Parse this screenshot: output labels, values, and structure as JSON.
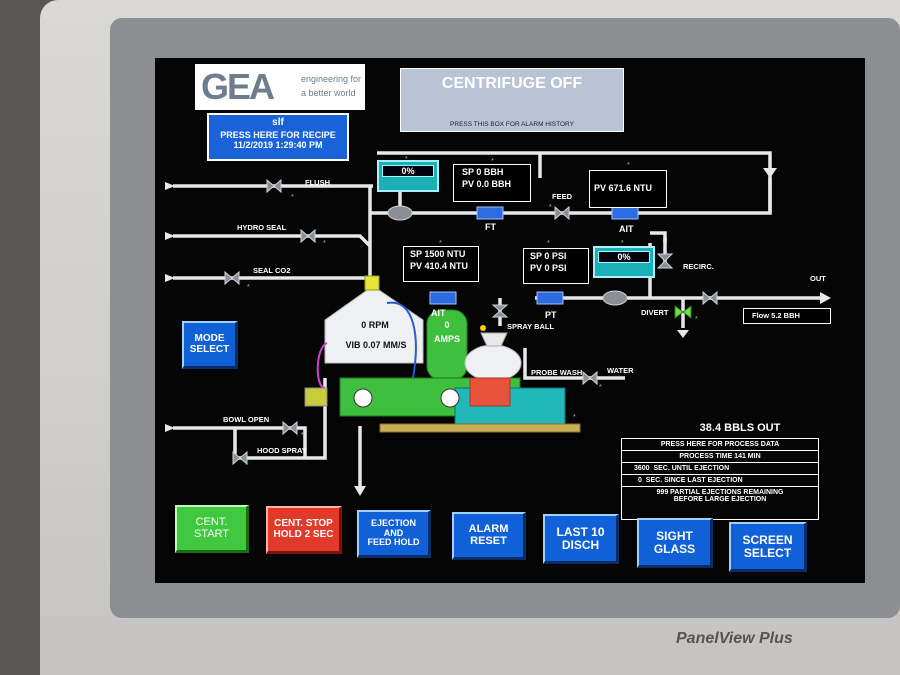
{
  "device": {
    "brand": "PanelView Plus"
  },
  "logo": {
    "name": "GEA",
    "tagline_1": "engineering for",
    "tagline_2": "a better world"
  },
  "status": {
    "title": "CENTRIFUGE OFF",
    "hint": "PRESS THIS BOX FOR ALARM HISTORY"
  },
  "recipe": {
    "name": "slf",
    "label": "PRESS HERE FOR RECIPE",
    "datetime": "11/2/2019 1:29:40 PM"
  },
  "lines": {
    "flush": "FLUSH",
    "hydro_seal": "HYDRO SEAL",
    "seal_co2": "SEAL CO2",
    "bowl_open": "BOWL OPEN",
    "hood_spray": "HOOD SPRAY",
    "feed": "FEED",
    "recirc": "RECIRC.",
    "out": "OUT",
    "divert": "DIVERT",
    "spray_ball": "SPRAY BALL",
    "probe_wash": "PROBE WASH",
    "water": "WATER"
  },
  "instruments": {
    "valve1_pct": "0%",
    "valve2_pct": "0%",
    "ft": {
      "sp": "SP 0 BBH",
      "pv": "PV  0.0 BBH",
      "tag": "FT"
    },
    "ait_out": {
      "pv": "PV 671.6 NTU",
      "tag": "AIT"
    },
    "ait_in": {
      "sp": "SP 1500 NTU",
      "pv": "PV 410.4 NTU",
      "tag": "AIT"
    },
    "pt": {
      "sp": "SP 0 PSI",
      "pv": "PV 0 PSI",
      "tag": "PT"
    },
    "flow": "Flow  5.2 BBH"
  },
  "centrifuge": {
    "rpm": "0 RPM",
    "vib": "VIB  0.07 MM/S",
    "amps_value": "0",
    "amps_unit": "AMPS"
  },
  "process": {
    "bbls_out": "38.4 BBLS OUT",
    "header": "PRESS HERE FOR PROCESS DATA",
    "process_time": "PROCESS TIME 141 MIN",
    "sec_until_value": "3600",
    "sec_until_label": "SEC. UNTIL EJECTION",
    "sec_since_value": "0",
    "sec_since_label": "SEC. SINCE LAST EJECTION",
    "partial_1": "999 PARTIAL EJECTIONS REMAINING",
    "partial_2": "BEFORE LARGE EJECTION"
  },
  "buttons": {
    "mode_select": [
      "MODE",
      "SELECT"
    ],
    "cent_start": [
      "CENT.",
      "START"
    ],
    "cent_stop": [
      "CENT. STOP",
      "HOLD 2 SEC"
    ],
    "ejection": [
      "EJECTION",
      "AND",
      "FEED HOLD"
    ],
    "alarm_reset": [
      "ALARM",
      "RESET"
    ],
    "last10": [
      "LAST 10",
      "DISCH"
    ],
    "sight_glass": [
      "SIGHT",
      "GLASS"
    ],
    "screen_select": [
      "SCREEN",
      "SELECT"
    ]
  },
  "colors": {
    "screen_bg": "#050505",
    "button_blue": "#1060d8",
    "start_green": "#40c840",
    "stop_red": "#e23a2a",
    "machine_green": "#3ec03e",
    "status_bg": "#b8c4d6"
  }
}
